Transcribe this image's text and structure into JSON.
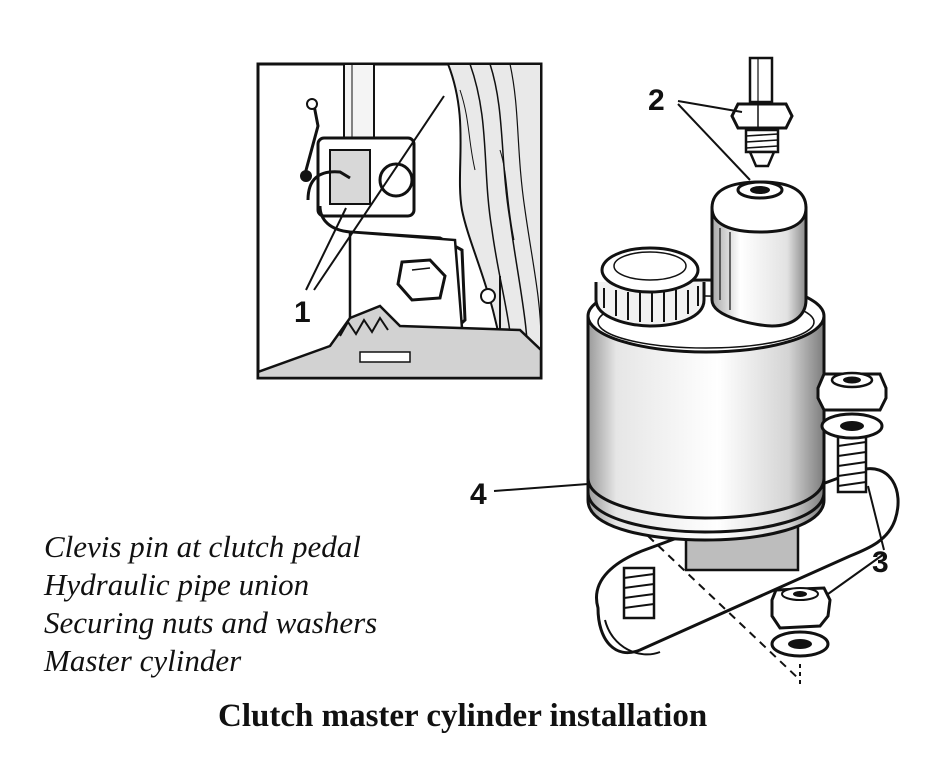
{
  "callouts": {
    "one": "1",
    "two": "2",
    "three": "3",
    "four": "4"
  },
  "legend": [
    "Clevis pin at clutch pedal",
    "Hydraulic pipe union",
    "Securing nuts and washers",
    "Master cylinder"
  ],
  "caption": "Clutch master cylinder installation",
  "colors": {
    "ink": "#111111",
    "paper": "#ffffff",
    "shade": "#cfcfcf"
  }
}
